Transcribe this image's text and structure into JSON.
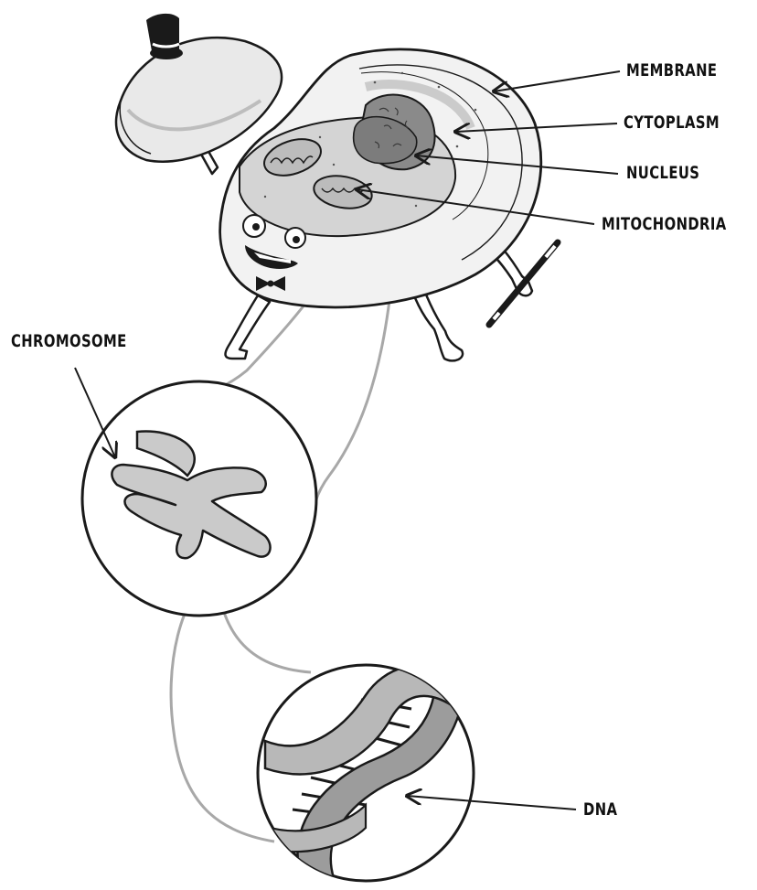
{
  "labels": {
    "membrane": "MEMBRANE",
    "cytoplasm": "CYTOPLASM",
    "nucleus": "NUCLEUS",
    "mitochondria": "MITOCHONDRIA",
    "chromosome": "CHROMOSOME",
    "dna": "DNA"
  },
  "colors": {
    "ink": "#1a1a1a",
    "cell_fill": "#e6e6e6",
    "cytoplasm": "#d2d2d2",
    "nucleus": "#8a8a8a",
    "chromosome": "#c9c9c9",
    "dna_backbone": "#9a9a9a",
    "connector": "#a8a8a8"
  },
  "icons": [
    "top-hat-icon",
    "cane-icon",
    "bow-tie-icon"
  ]
}
